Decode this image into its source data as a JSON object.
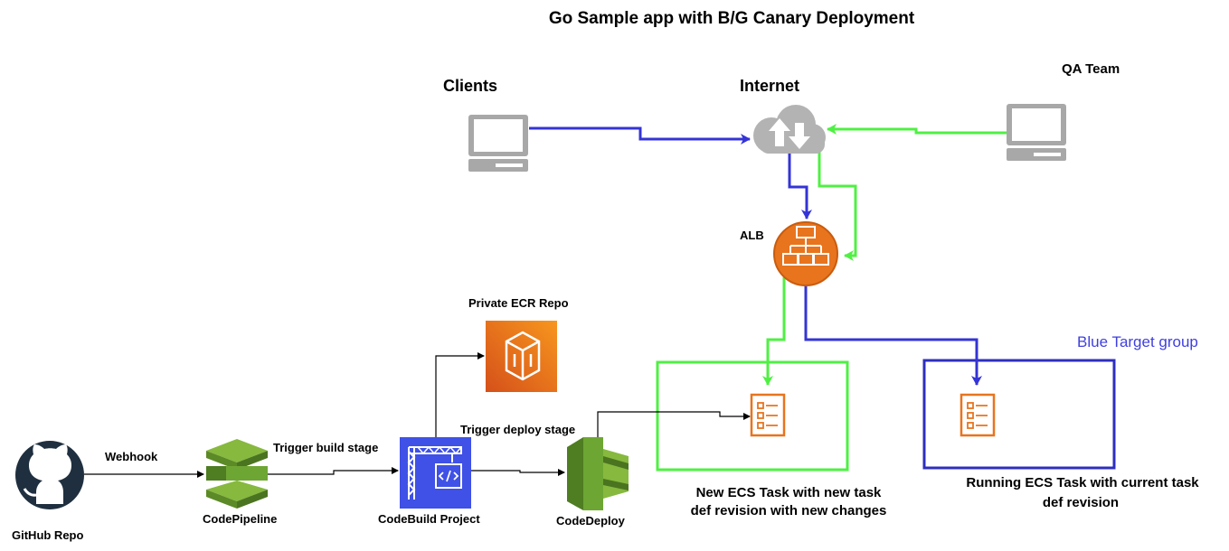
{
  "title": "Go Sample app with B/G Canary Deployment",
  "nodes": {
    "clients": {
      "label": "Clients",
      "icon": "desktop-computer-icon"
    },
    "internet": {
      "label": "Internet",
      "icon": "internet-cloud-icon"
    },
    "qa_team": {
      "label": "QA Team",
      "icon": "desktop-computer-icon"
    },
    "alb": {
      "label": "ALB",
      "icon": "load-balancer-icon"
    },
    "ecr": {
      "label": "Private ECR Repo",
      "icon": "ecr-repository-icon"
    },
    "github": {
      "label": "GitHub Repo",
      "icon": "github-icon"
    },
    "codepipeline": {
      "label": "CodePipeline",
      "icon": "codepipeline-icon"
    },
    "codebuild": {
      "label": "CodeBuild Project",
      "icon": "codebuild-icon"
    },
    "codedeploy": {
      "label": "CodeDeploy",
      "icon": "codedeploy-icon"
    },
    "new_task": {
      "label_line1": "New ECS Task with new task",
      "label_line2": "def revision with new changes",
      "icon": "ecs-task-icon"
    },
    "running_task": {
      "label_line1": "Running ECS Task with current task",
      "label_line2": "def revision",
      "icon": "ecs-task-icon"
    }
  },
  "groups": {
    "blue_target_group": {
      "label": "Blue Target group",
      "color": "#2e2ebf"
    },
    "green_target_group": {
      "color": "#4cee3c"
    }
  },
  "edges": {
    "webhook": "Webhook",
    "trigger_build": "Trigger build stage",
    "trigger_deploy": "Trigger deploy stage"
  },
  "colors": {
    "blue_path": "#3434d6",
    "green_path": "#4ff043",
    "aws_orange": "#e8741e",
    "aws_green": "#6b9c2f",
    "aws_blue": "#3f51e6",
    "github_dark": "#1f2f3f"
  }
}
